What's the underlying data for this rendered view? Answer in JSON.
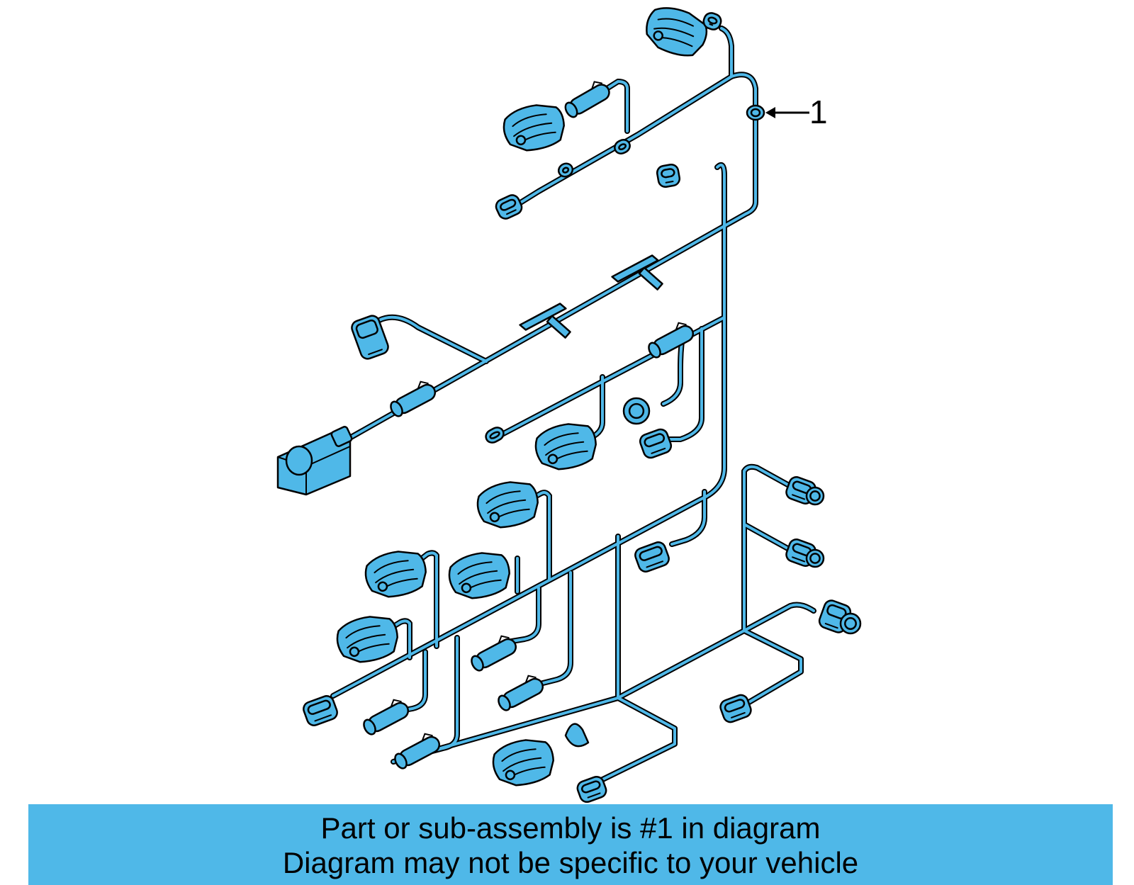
{
  "diagram": {
    "callout_number": "1",
    "colors": {
      "part_fill": "#4fb8e8",
      "outline": "#000000",
      "background": "#ffffff"
    }
  },
  "caption": {
    "line1": "Part or sub-assembly is #1 in diagram",
    "line2": "Diagram may not be specific to your vehicle",
    "background": "#4fb8e8"
  }
}
